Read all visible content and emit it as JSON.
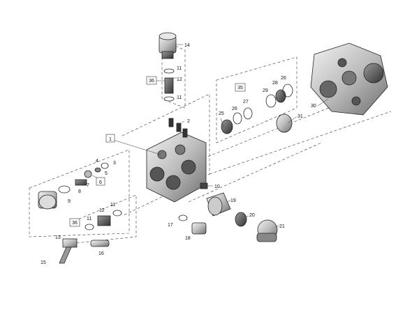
{
  "labels": {
    "p1": "1",
    "p2": "2",
    "p3": "3",
    "p4": "4",
    "p5": "5",
    "p6": "6",
    "p7": "7",
    "p8": "8",
    "p9": "9",
    "p10": "10",
    "p11a": "11",
    "p11b": "11",
    "p11c": "11",
    "p11d": "11",
    "p12a": "12",
    "p12b": "12",
    "p13": "13",
    "p14": "14",
    "p15": "15",
    "p16": "16",
    "p17": "17",
    "p18": "18",
    "p19": "19",
    "p20": "20",
    "p21": "21",
    "p25": "25",
    "p26a": "26",
    "p26b": "26",
    "p27": "27",
    "p28": "28",
    "p29": "29",
    "p30": "30",
    "p31": "31",
    "p35": "35",
    "p36a": "36",
    "p36b": "36"
  }
}
